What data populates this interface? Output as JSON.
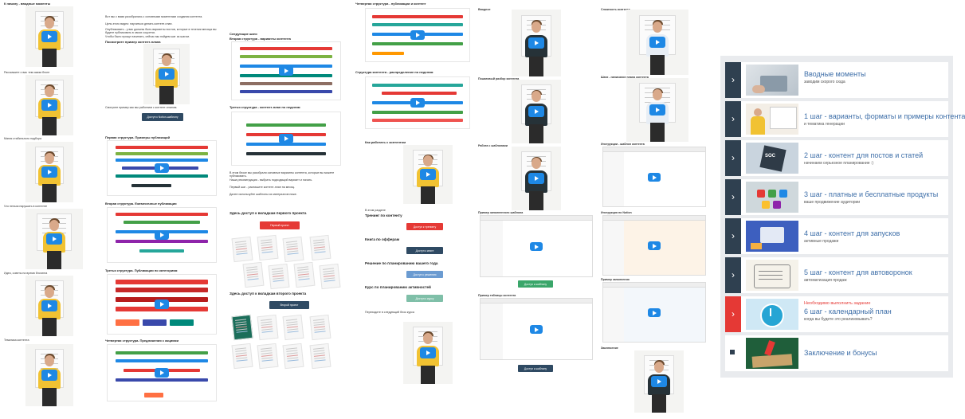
{
  "col1": {
    "caption_top": "К началу - вводные моменты",
    "labels": [
      "Расскажите о вас тем каким блоге",
      "Магия стабильного подбора",
      "Что нельзя нарушать в контенте",
      "Идея, советы на время блогинга",
      "Тематика контента"
    ]
  },
  "col2": {
    "intro_lines": [
      "Вот мы с вами разобрались с основными моментами создания контента.",
      "Цель этого видео: научиться делать контент-план.",
      "Опубликовать - у вас должны быть варианты постов, которые в течении месяца вы будете публиковать в своих соцсетях.",
      "Чтобы было проще начинать, сейчас мы пойдем шаг за шагом."
    ],
    "heading1": "Посмотрите пример контент-плана",
    "caption1": "Смотрите пример как мы работаем с контент-планом.",
    "button1": "Доступ к Notion-шаблону",
    "heading2": "Первая структура. Примеры публикаций",
    "heading3": "Вторая структура. Ежемесячные публикации",
    "heading4": "Третья структура. Публикации по категориям",
    "heading5": "Четвертая структура. Предложения с акциями"
  },
  "col3": {
    "heading_top": "Следующие шаги",
    "heading1": "Вторая структура - варианты контента",
    "heading2": "Третья структура - контент-план по неделям",
    "body_lines": [
      "В этом блоке мы разобрали основные варианты контента, которые вы можете публиковать.",
      "Наша рекомендация - выбрать подходящий вариант и начать.",
      "Первый шаг - распишите контент-план на месяц.",
      "Далее используйте шаблоны из материалов ниже."
    ],
    "access1_title": "Здесь доступ к вкладкам первого проекта",
    "access1_button": "Первый проект",
    "access2_title": "Здесь доступ к вкладкам второго проекта",
    "access2_button": "Второй проект"
  },
  "col4": {
    "heading1": "Четвертая структура - публикации и контент",
    "heading2": "Структура контента - распределение по неделям",
    "caption": "Как работать с контентом",
    "list_heading": "В этом разделе",
    "items": [
      {
        "title": "Тренинг по контенту",
        "button": "Доступ к тренингу",
        "color": "#e53935"
      },
      {
        "title": "Книга по офферам",
        "button": "Доступ к книге",
        "color": "#2f4a63"
      },
      {
        "title": "Решение по планированию вашего года",
        "button": "Доступ к решению",
        "color": "#6b9bd1"
      },
      {
        "title": "Курс по планированию активностей",
        "button": "Доступ к курсу",
        "color": "#7fbfa8"
      }
    ],
    "closing": "Переходите в следующий блок курса"
  },
  "col5": {
    "labels": [
      "Вводное",
      "Пошаговый разбор контента",
      "Работа с шаблонами",
      "Пример заполненного шаблона",
      "Пример таблицы контента"
    ],
    "btn_green": "Доступ к шаблону",
    "btn_navy": "Доступ к шаблону"
  },
  "col6": {
    "labels": [
      "Сложность контента",
      "Шаги - написание плана контента",
      "Инструкции - шаблон контента",
      "Инструкция по Notion",
      "Пример заполнения",
      "Заключение"
    ]
  },
  "menu": {
    "items": [
      {
        "title": "Вводные моменты",
        "sub": "заводим скорого сюда",
        "thumb": "hands-laptop"
      },
      {
        "title": "1 шаг - варианты, форматы и примеры контента",
        "sub": "и тематика генерации",
        "thumb": "man-whiteboard"
      },
      {
        "title": "2 шаг - контент для постов и статей",
        "sub": "начинаем серьезное планирование :)",
        "thumb": "social-media-cube"
      },
      {
        "title": "3 шаг - платные и бесплатные продукты",
        "sub": "ваше продвижение аудитории",
        "thumb": "phone-apps"
      },
      {
        "title": "4 шаг - контент для запусков",
        "sub": "активные продажи",
        "thumb": "desk-laptop"
      },
      {
        "title": "5 шаг - контент для автоворонок",
        "sub": "автоматизация продаж",
        "thumb": "sketch-plan"
      },
      {
        "warn": "Необходимо выполнить задание",
        "title": "6 шаг - календарный план",
        "sub": "когда вы будете это реализовывать?",
        "thumb": "alarm-clock"
      },
      {
        "title": "Заключение и бонусы",
        "sub": "",
        "thumb": "books"
      }
    ]
  },
  "colors": {
    "accent_red": "#e53935",
    "accent_blue": "#3d6ea8",
    "navy": "#2f4050",
    "play_blue": "#1e88e5"
  }
}
